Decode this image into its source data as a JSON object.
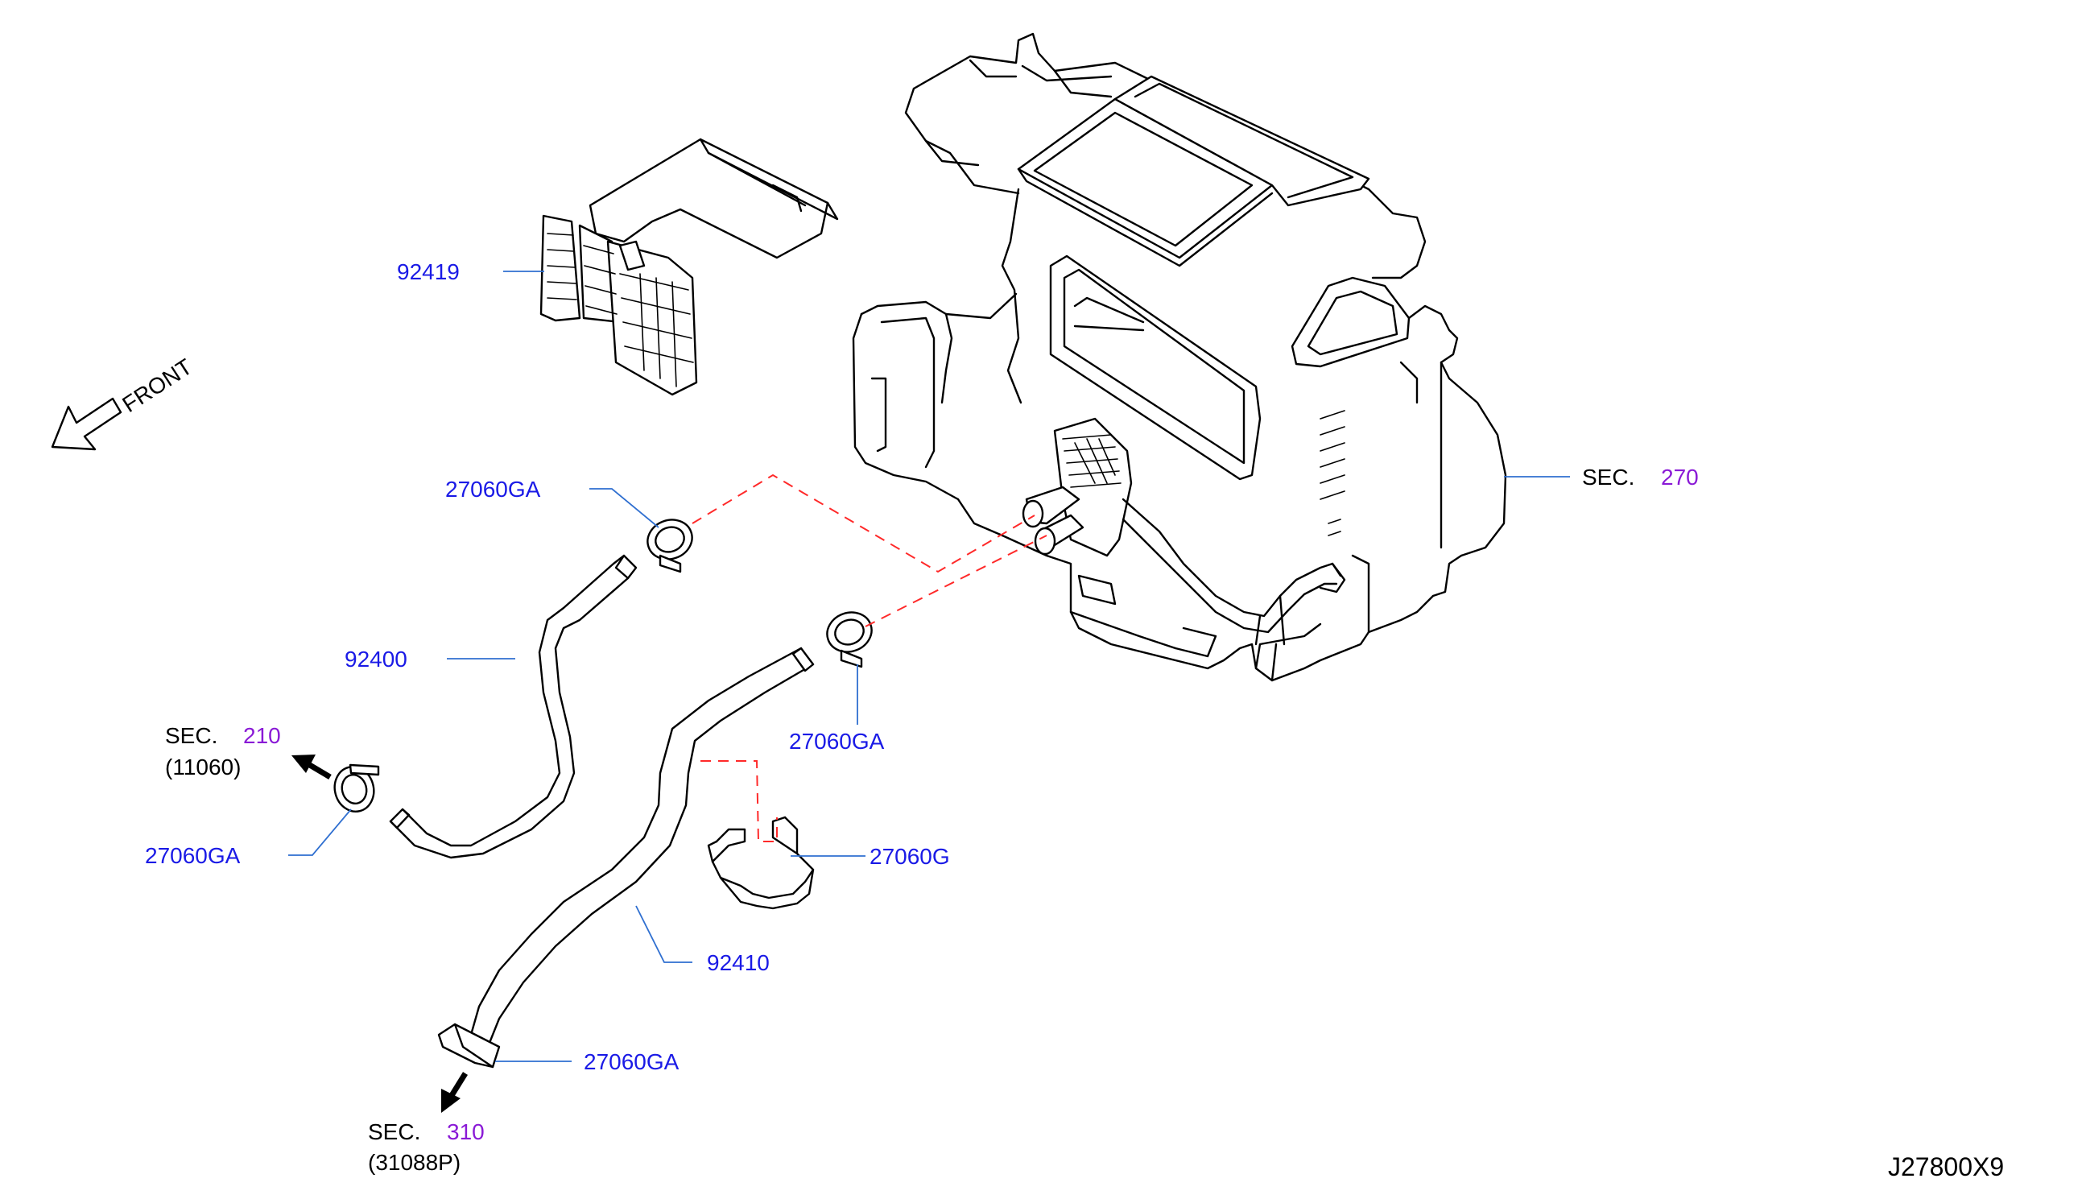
{
  "colors": {
    "part_number": "#1a1ae6",
    "section_number": "#8a1ad6",
    "leader_line": "#2f6fd0",
    "dashed_line": "#ff2a2a",
    "drawing": "#000000"
  },
  "labels": {
    "front": "FRONT",
    "part_92419": "92419",
    "part_27060GA_a": "27060GA",
    "part_92400": "92400",
    "part_27060GA_b": "27060GA",
    "part_27060GA_c": "27060GA",
    "part_27060G": "27060G",
    "part_92410": "92410",
    "part_27060GA_d": "27060GA",
    "sec_270": {
      "prefix": "SEC.",
      "number": "270"
    },
    "sec_210": {
      "prefix": "SEC.",
      "number": "210",
      "sub": "(11060)"
    },
    "sec_310": {
      "prefix": "SEC.",
      "number": "310",
      "sub": "(31088P)"
    },
    "drawing_code": "J27800X9"
  }
}
